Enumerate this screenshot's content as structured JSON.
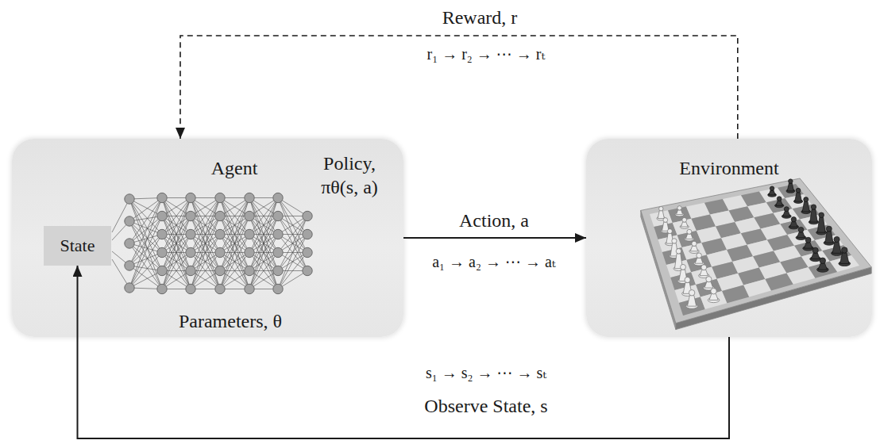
{
  "diagram": {
    "nodes": [
      {
        "text": [
          "Agent",
          "Policy, πθ(s, a)",
          "Parameters, θ"
        ]
      },
      {
        "text": [
          "State"
        ],
        "in": 0
      },
      {
        "text": [
          "Environment"
        ]
      }
    ],
    "edges": [
      {
        "from": 2,
        "to": 0,
        "arrow": "to",
        "label": "Reward, r"
      },
      {
        "from": 0,
        "to": 2,
        "arrow": "to",
        "label": "Action, a"
      },
      {
        "from": 2,
        "to": 1,
        "arrow": "to",
        "label": "Observe State, s"
      }
    ],
    "labels": [
      "r₁ → r₂ → ⋯ → rₜ",
      "a₁ → a₂ → ⋯ → aₜ",
      "s₁ → s₂ → ⋯ → sₜ"
    ]
  }
}
